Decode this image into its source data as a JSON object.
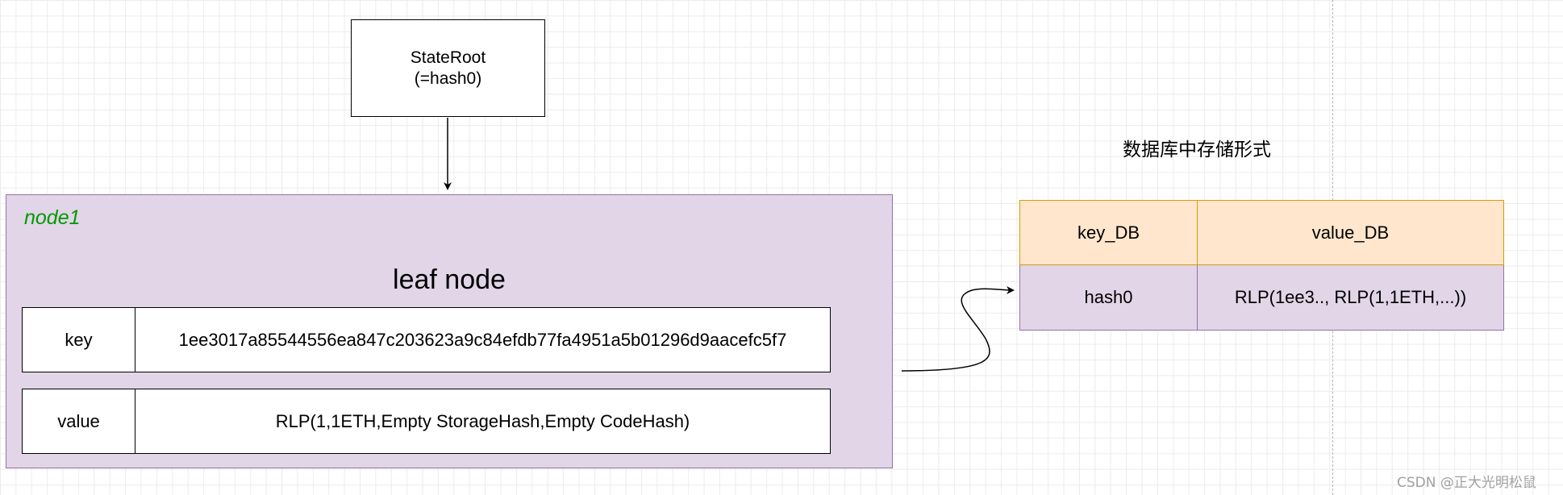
{
  "state_root": {
    "line1": "StateRoot",
    "line2": "(=hash0)"
  },
  "leaf_node": {
    "container_label": "node1",
    "type_title": "leaf node",
    "key_label": "key",
    "key_value": "1ee3017a85544556ea847c203623a9c84efdb77fa4951a5b01296d9aacefc5f7",
    "value_label": "value",
    "value_value": "RLP(1,1ETH,Empty StorageHash,Empty CodeHash)"
  },
  "database": {
    "caption": "数据库中存储形式",
    "headers": [
      "key_DB",
      "value_DB"
    ],
    "rows": [
      [
        "hash0",
        "RLP(1ee3.., RLP(1,1ETH,...))"
      ]
    ]
  },
  "watermark": "CSDN @正大光明松鼠",
  "colors": {
    "leaf_fill": "#e1d5e7",
    "leaf_border": "#9673a6",
    "db_header_fill": "#ffe6cc",
    "db_header_border": "#d79b00",
    "node_label_color": "#009900"
  }
}
